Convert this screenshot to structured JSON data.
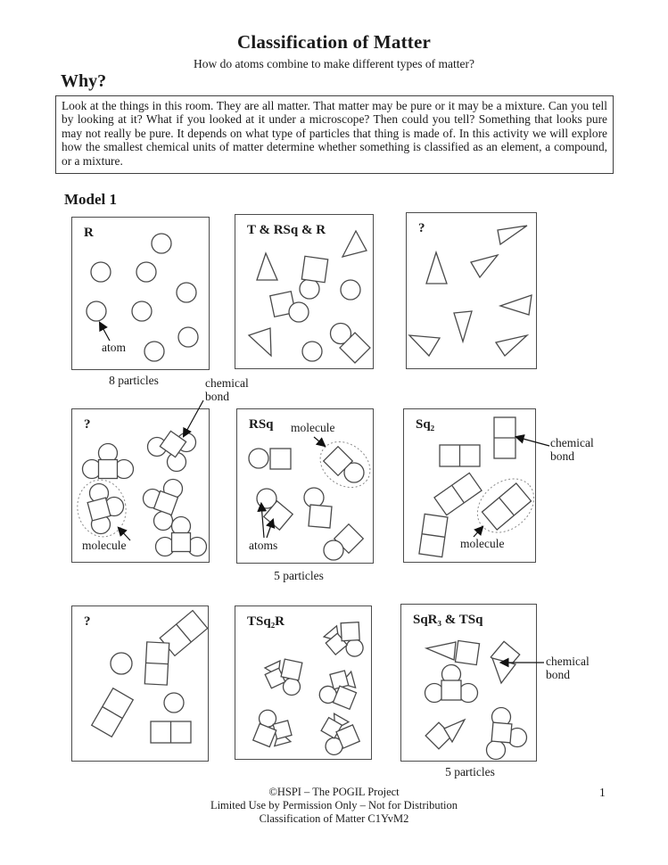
{
  "header": {
    "title": "Classification of Matter",
    "subtitle": "How do atoms combine to make different types of matter?"
  },
  "why": {
    "heading": "Why?",
    "body": "Look at the things in this room. They are all matter. That matter may be pure or it may be a mixture. Can you tell by looking at it? What if you looked at it under a microscope? Then could you tell? Something that looks pure may not really be pure. It depends on what type of particles that thing is made of. In this activity we will explore how the smallest chemical units of matter determine whether something is classified as an element, a compound, or a mixture."
  },
  "model1": {
    "heading": "Model 1",
    "boxes": [
      {
        "label": "R",
        "caption": "8 particles"
      },
      {
        "label": "T & RSq & R",
        "caption": ""
      },
      {
        "label": "?",
        "caption": ""
      },
      {
        "label": "?",
        "caption": ""
      },
      {
        "label": "RSq",
        "caption": "5 particles"
      },
      {
        "label": "Sq₂",
        "caption": ""
      },
      {
        "label": "?",
        "caption": ""
      },
      {
        "label": "TSq₂R",
        "caption": ""
      },
      {
        "label": "SqR₃ & TSq",
        "caption": "5 particles"
      }
    ],
    "annotations": {
      "atom": "atom",
      "atoms": "atoms",
      "molecule": "molecule",
      "chemical": "chemical",
      "bond": "bond"
    }
  },
  "footer": {
    "line1": "©HSPI – The POGIL Project",
    "line2": "Limited Use by Permission Only – Not for Distribution",
    "line3": "Classification of Matter C1YvM2",
    "page_number": "1"
  }
}
